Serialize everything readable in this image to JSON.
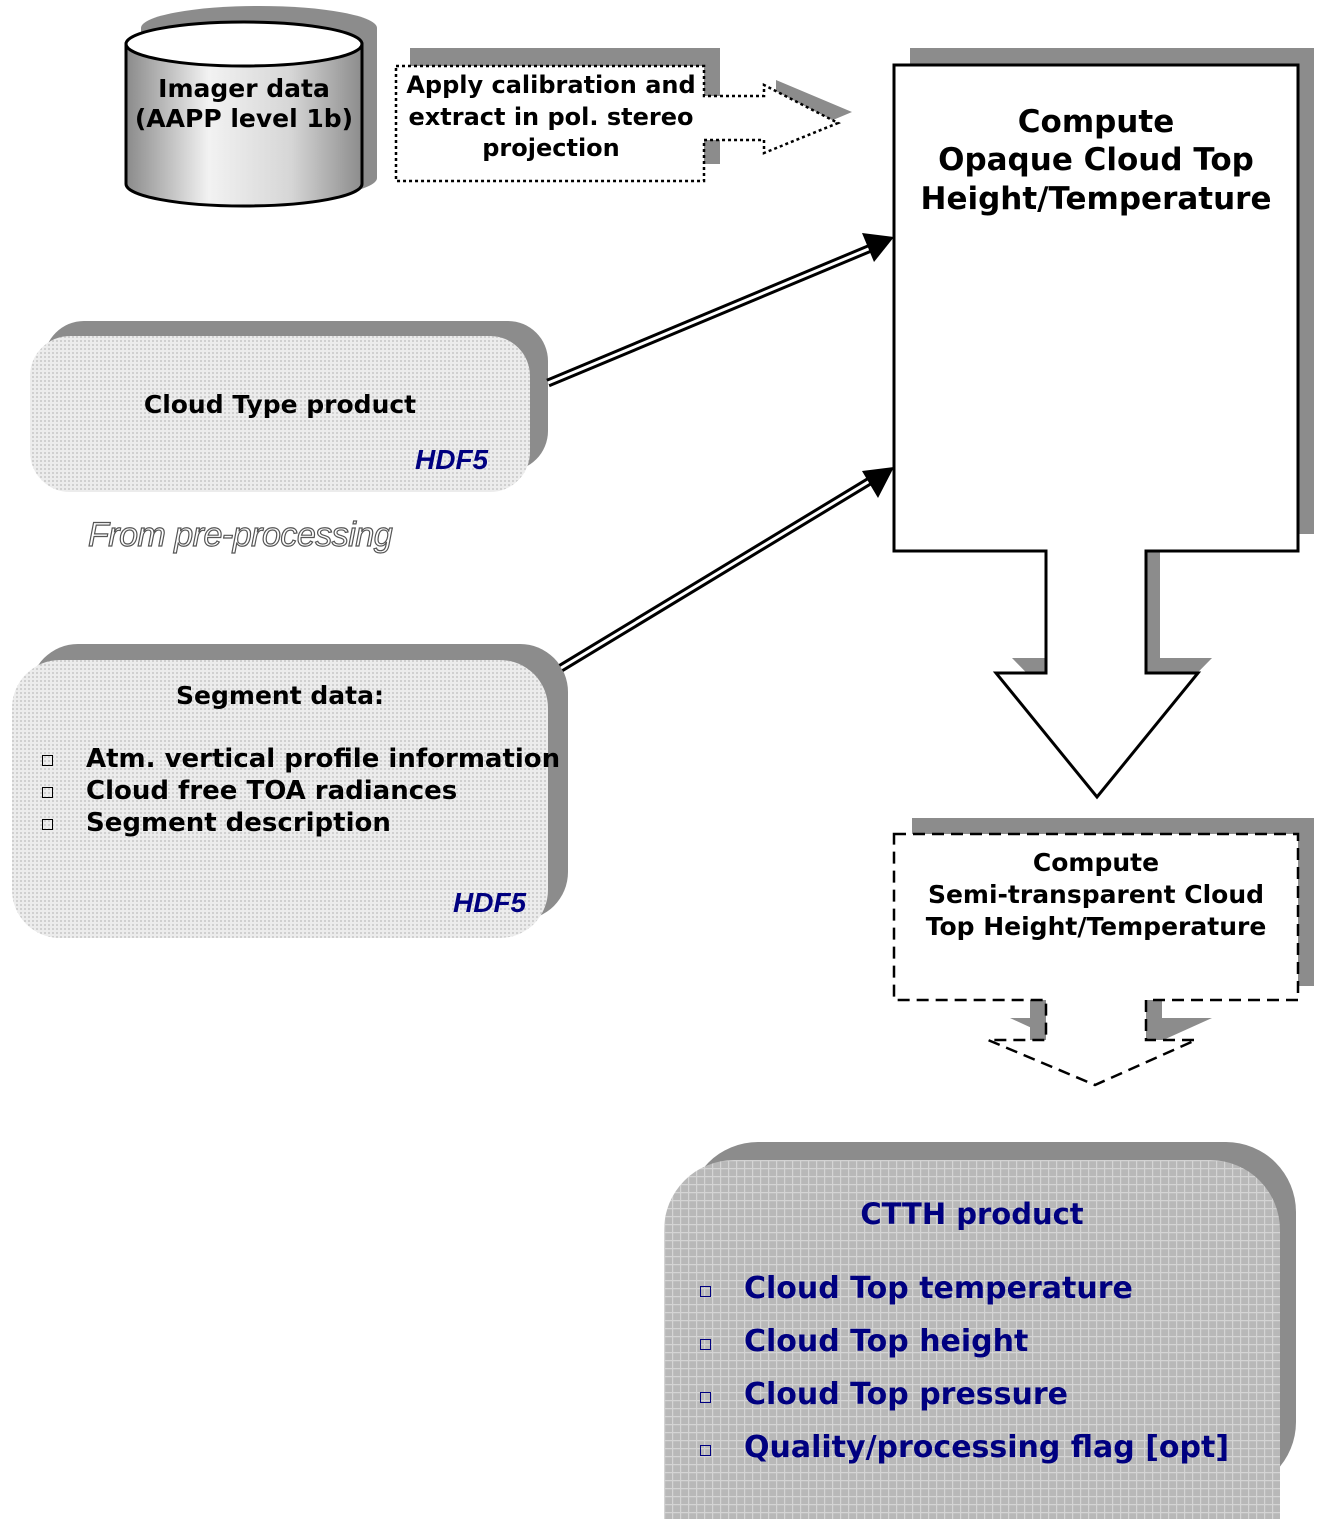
{
  "imager": {
    "line1": "Imager data",
    "line2": "(AAPP level 1b)"
  },
  "calibration": {
    "line1": "Apply calibration and",
    "line2": "extract in pol. stereo",
    "line3": "projection"
  },
  "opaque": {
    "line1": "Compute",
    "line2": "Opaque Cloud Top",
    "line3": "Height/Temperature"
  },
  "cloud_type": {
    "title": "Cloud Type product",
    "format": "HDF5"
  },
  "preprocessing_note": "From pre-processing",
  "segment": {
    "title": "Segment data:",
    "items": [
      "Atm. vertical profile information",
      "Cloud free TOA radiances",
      "Segment description"
    ],
    "format": "HDF5"
  },
  "semi": {
    "line1": "Compute",
    "line2": "Semi-transparent Cloud",
    "line3": "Top Height/Temperature"
  },
  "ctth": {
    "title": "CTTH product",
    "items": [
      "Cloud Top temperature",
      "Cloud Top height",
      "Cloud Top pressure",
      "Quality/processing flag [opt]"
    ]
  },
  "colors": {
    "navy": "#000080",
    "shadow": "#8c8c8c",
    "panel": "#e6e6e6",
    "ctth_panel": "#bdbdbd"
  }
}
